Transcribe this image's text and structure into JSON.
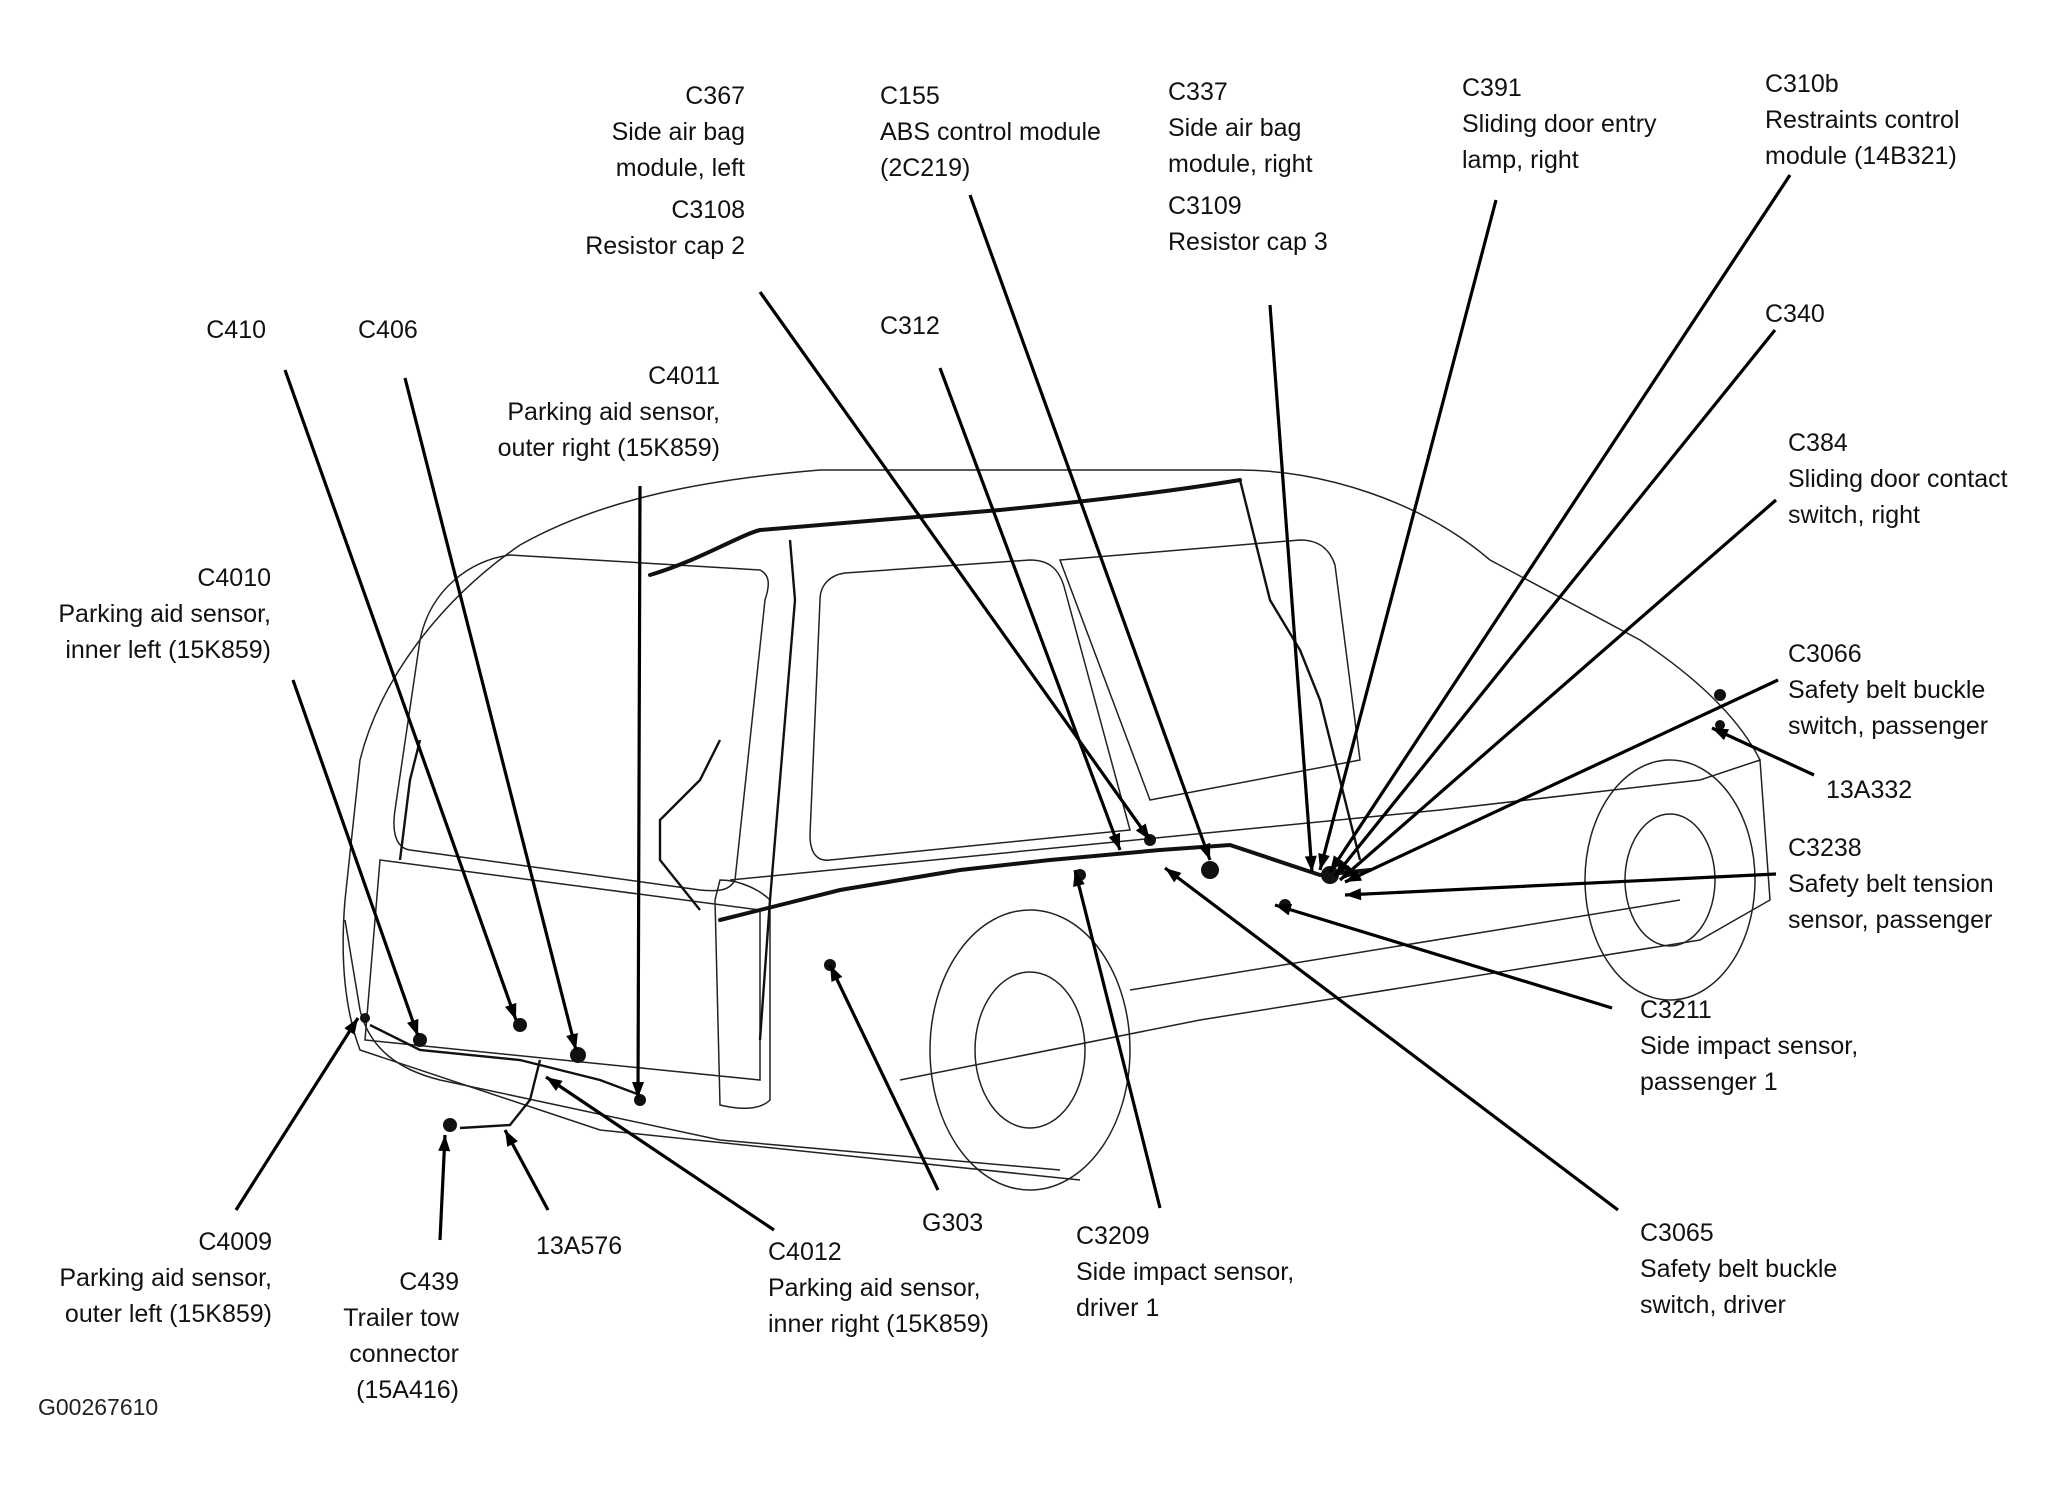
{
  "figure_id": "G00267610",
  "subject": "Minivan rear/side wiring harness connector locations",
  "callouts": [
    {
      "id": "C367",
      "lines": [
        "C367",
        "Side air bag",
        "module, left"
      ]
    },
    {
      "id": "C3108",
      "lines": [
        "C3108",
        "Resistor cap 2"
      ]
    },
    {
      "id": "C155",
      "lines": [
        "C155",
        "ABS control module",
        "(2C219)"
      ]
    },
    {
      "id": "C337",
      "lines": [
        "C337",
        "Side air bag",
        "module, right"
      ]
    },
    {
      "id": "C3109",
      "lines": [
        "C3109",
        "Resistor cap 3"
      ]
    },
    {
      "id": "C391",
      "lines": [
        "C391",
        "Sliding door entry",
        "lamp, right"
      ]
    },
    {
      "id": "C310b",
      "lines": [
        "C310b",
        "Restraints control",
        "module (14B321)"
      ]
    },
    {
      "id": "C340",
      "lines": [
        "C340"
      ]
    },
    {
      "id": "C384",
      "lines": [
        "C384",
        "Sliding door contact",
        "switch, right"
      ]
    },
    {
      "id": "C3066",
      "lines": [
        "C3066",
        "Safety belt buckle",
        "switch, passenger"
      ]
    },
    {
      "id": "13A332",
      "lines": [
        "13A332"
      ]
    },
    {
      "id": "C3238",
      "lines": [
        "C3238",
        "Safety belt tension",
        "sensor, passenger"
      ]
    },
    {
      "id": "C3211",
      "lines": [
        "C3211",
        "Side impact sensor,",
        "passenger 1"
      ]
    },
    {
      "id": "C3065",
      "lines": [
        "C3065",
        "Safety belt buckle",
        "switch, driver"
      ]
    },
    {
      "id": "C3209",
      "lines": [
        "C3209",
        "Side impact sensor,",
        "driver 1"
      ]
    },
    {
      "id": "G303",
      "lines": [
        "G303"
      ]
    },
    {
      "id": "C4012",
      "lines": [
        "C4012",
        "Parking aid sensor,",
        "inner right (15K859)"
      ]
    },
    {
      "id": "13A576",
      "lines": [
        "13A576"
      ]
    },
    {
      "id": "C439",
      "lines": [
        "C439",
        "Trailer tow",
        "connector",
        "(15A416)"
      ]
    },
    {
      "id": "C4009",
      "lines": [
        "C4009",
        "Parking aid sensor,",
        "outer left (15K859)"
      ]
    },
    {
      "id": "C4010",
      "lines": [
        "C4010",
        "Parking aid sensor,",
        "inner left (15K859)"
      ]
    },
    {
      "id": "C410",
      "lines": [
        "C410"
      ]
    },
    {
      "id": "C406",
      "lines": [
        "C406"
      ]
    },
    {
      "id": "C312",
      "lines": [
        "C312"
      ]
    },
    {
      "id": "C4011",
      "lines": [
        "C4011",
        "Parking aid sensor,",
        "outer right (15K859)"
      ]
    }
  ]
}
